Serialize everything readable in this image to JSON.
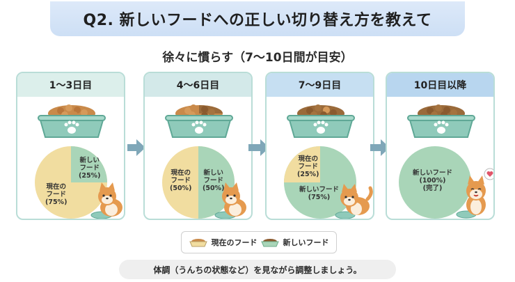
{
  "title": "Q2. 新しいフードへの正しい切り替え方を教えて",
  "subtitle": "徐々に慣らす（7〜10日間が目安）",
  "stages": [
    {
      "period": "1〜3日目",
      "current_label": "現在の\nフード\n(75%)",
      "new_label": "新しい\nフード\n(25%)",
      "current_pct": 75,
      "new_pct": 25
    },
    {
      "period": "4〜6日目",
      "current_label": "現在の\nフード\n(50%)",
      "new_label": "新しい\nフード\n(50%)",
      "current_pct": 50,
      "new_pct": 50
    },
    {
      "period": "7〜9日目",
      "current_label": "現在の\nフード\n(25%)",
      "new_label": "新しいフード\n(75%)",
      "current_pct": 25,
      "new_pct": 75
    },
    {
      "period": "10日目以降",
      "current_label": "",
      "new_label": "新しいフード\n(100%)\n(完了)",
      "current_pct": 0,
      "new_pct": 100
    }
  ],
  "legend": {
    "current": "現在のフード",
    "new": "新しいフード"
  },
  "note": "体調（うんちの状態など）を見ながら調整しましょう。",
  "colors": {
    "current_food": "#f1dda0",
    "new_food": "#a9d5b8",
    "stage_header_1": "#dcefeb",
    "stage_header_2": "#d3e9e9",
    "stage_header_3": "#c6dff2",
    "stage_header_4": "#b8d6ef",
    "arrow": "#7fa7b8",
    "bowl": "#8fcaba"
  }
}
